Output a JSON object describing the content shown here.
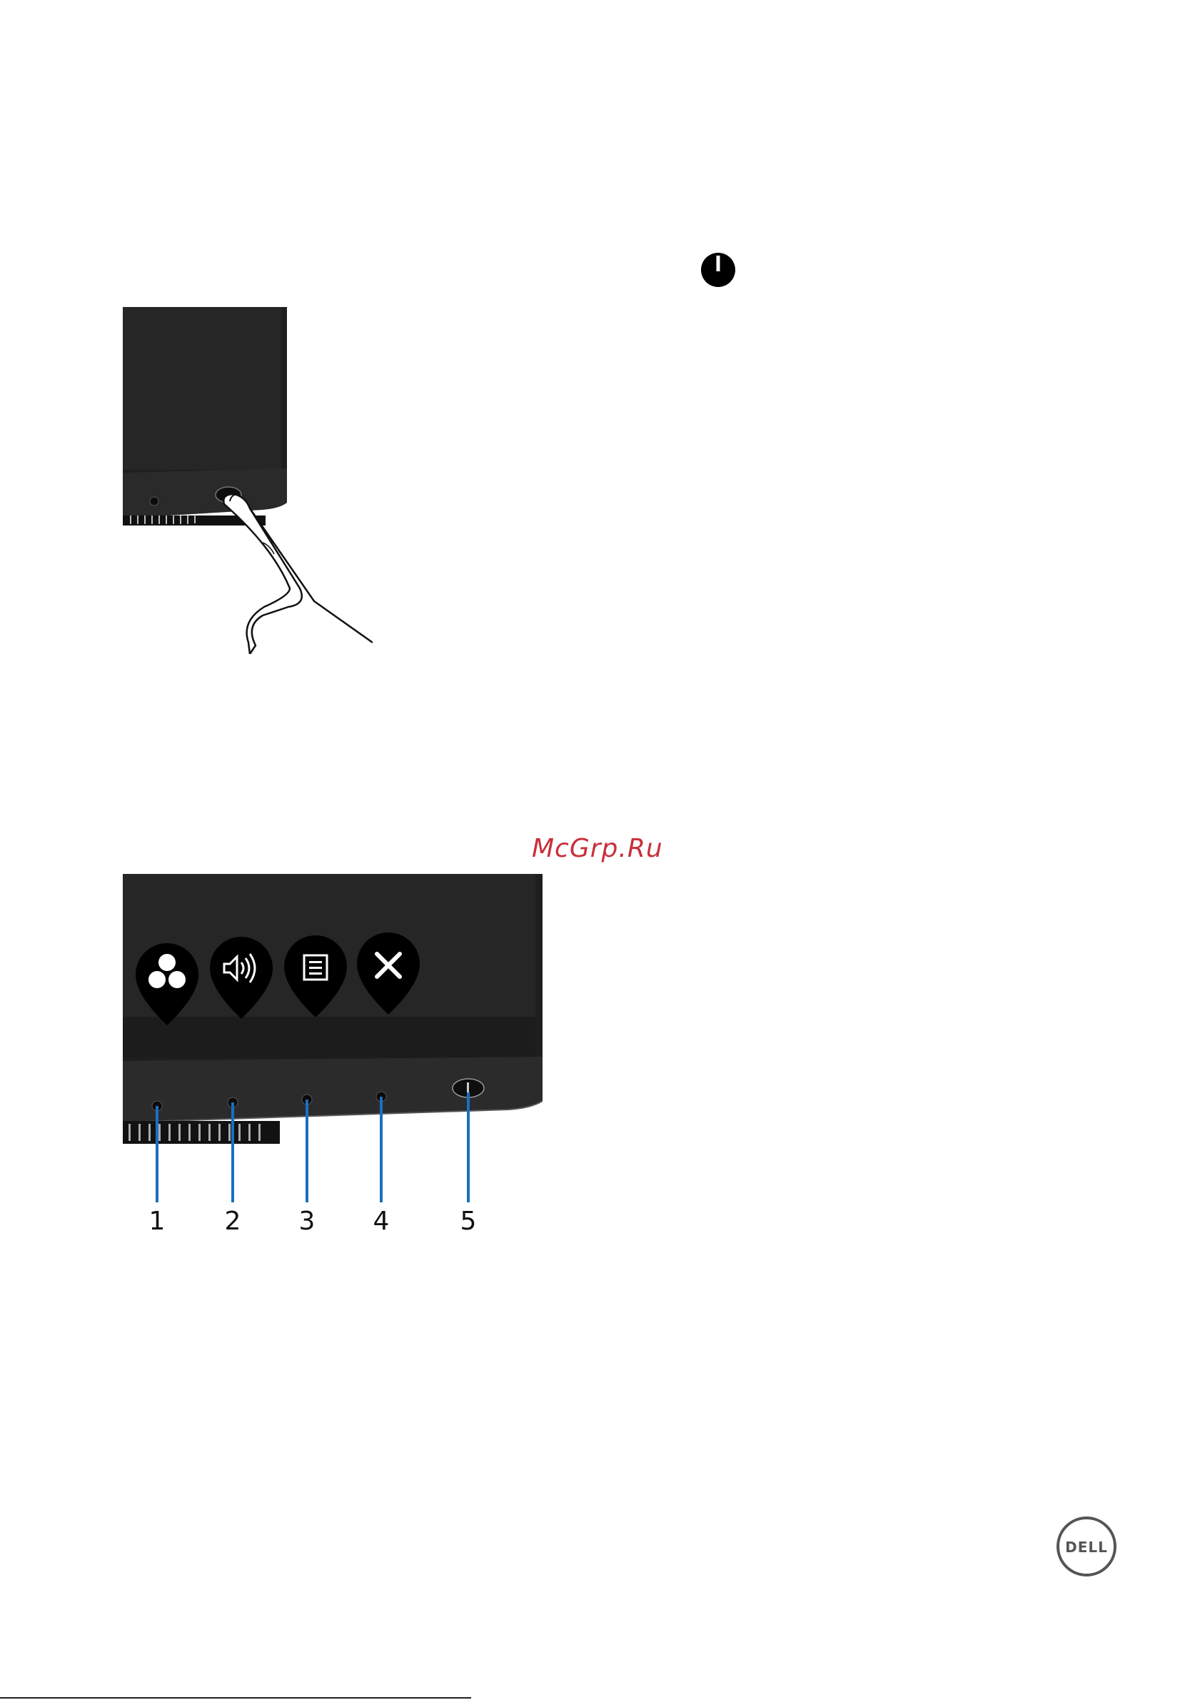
{
  "callouts": [
    "1",
    "2",
    "3",
    "4",
    "5"
  ],
  "watermark": "McGrp.Ru",
  "logo": {
    "text": "DELL"
  },
  "icons": {
    "power": "power-icon",
    "shortcut_1": "preset-modes-icon",
    "shortcut_2": "volume-icon",
    "shortcut_3": "menu-icon",
    "shortcut_4": "exit-icon"
  },
  "colors": {
    "callout_lines": "#1a6fc0",
    "watermark": "#c8303a",
    "bezel": "#1e1e1e"
  }
}
